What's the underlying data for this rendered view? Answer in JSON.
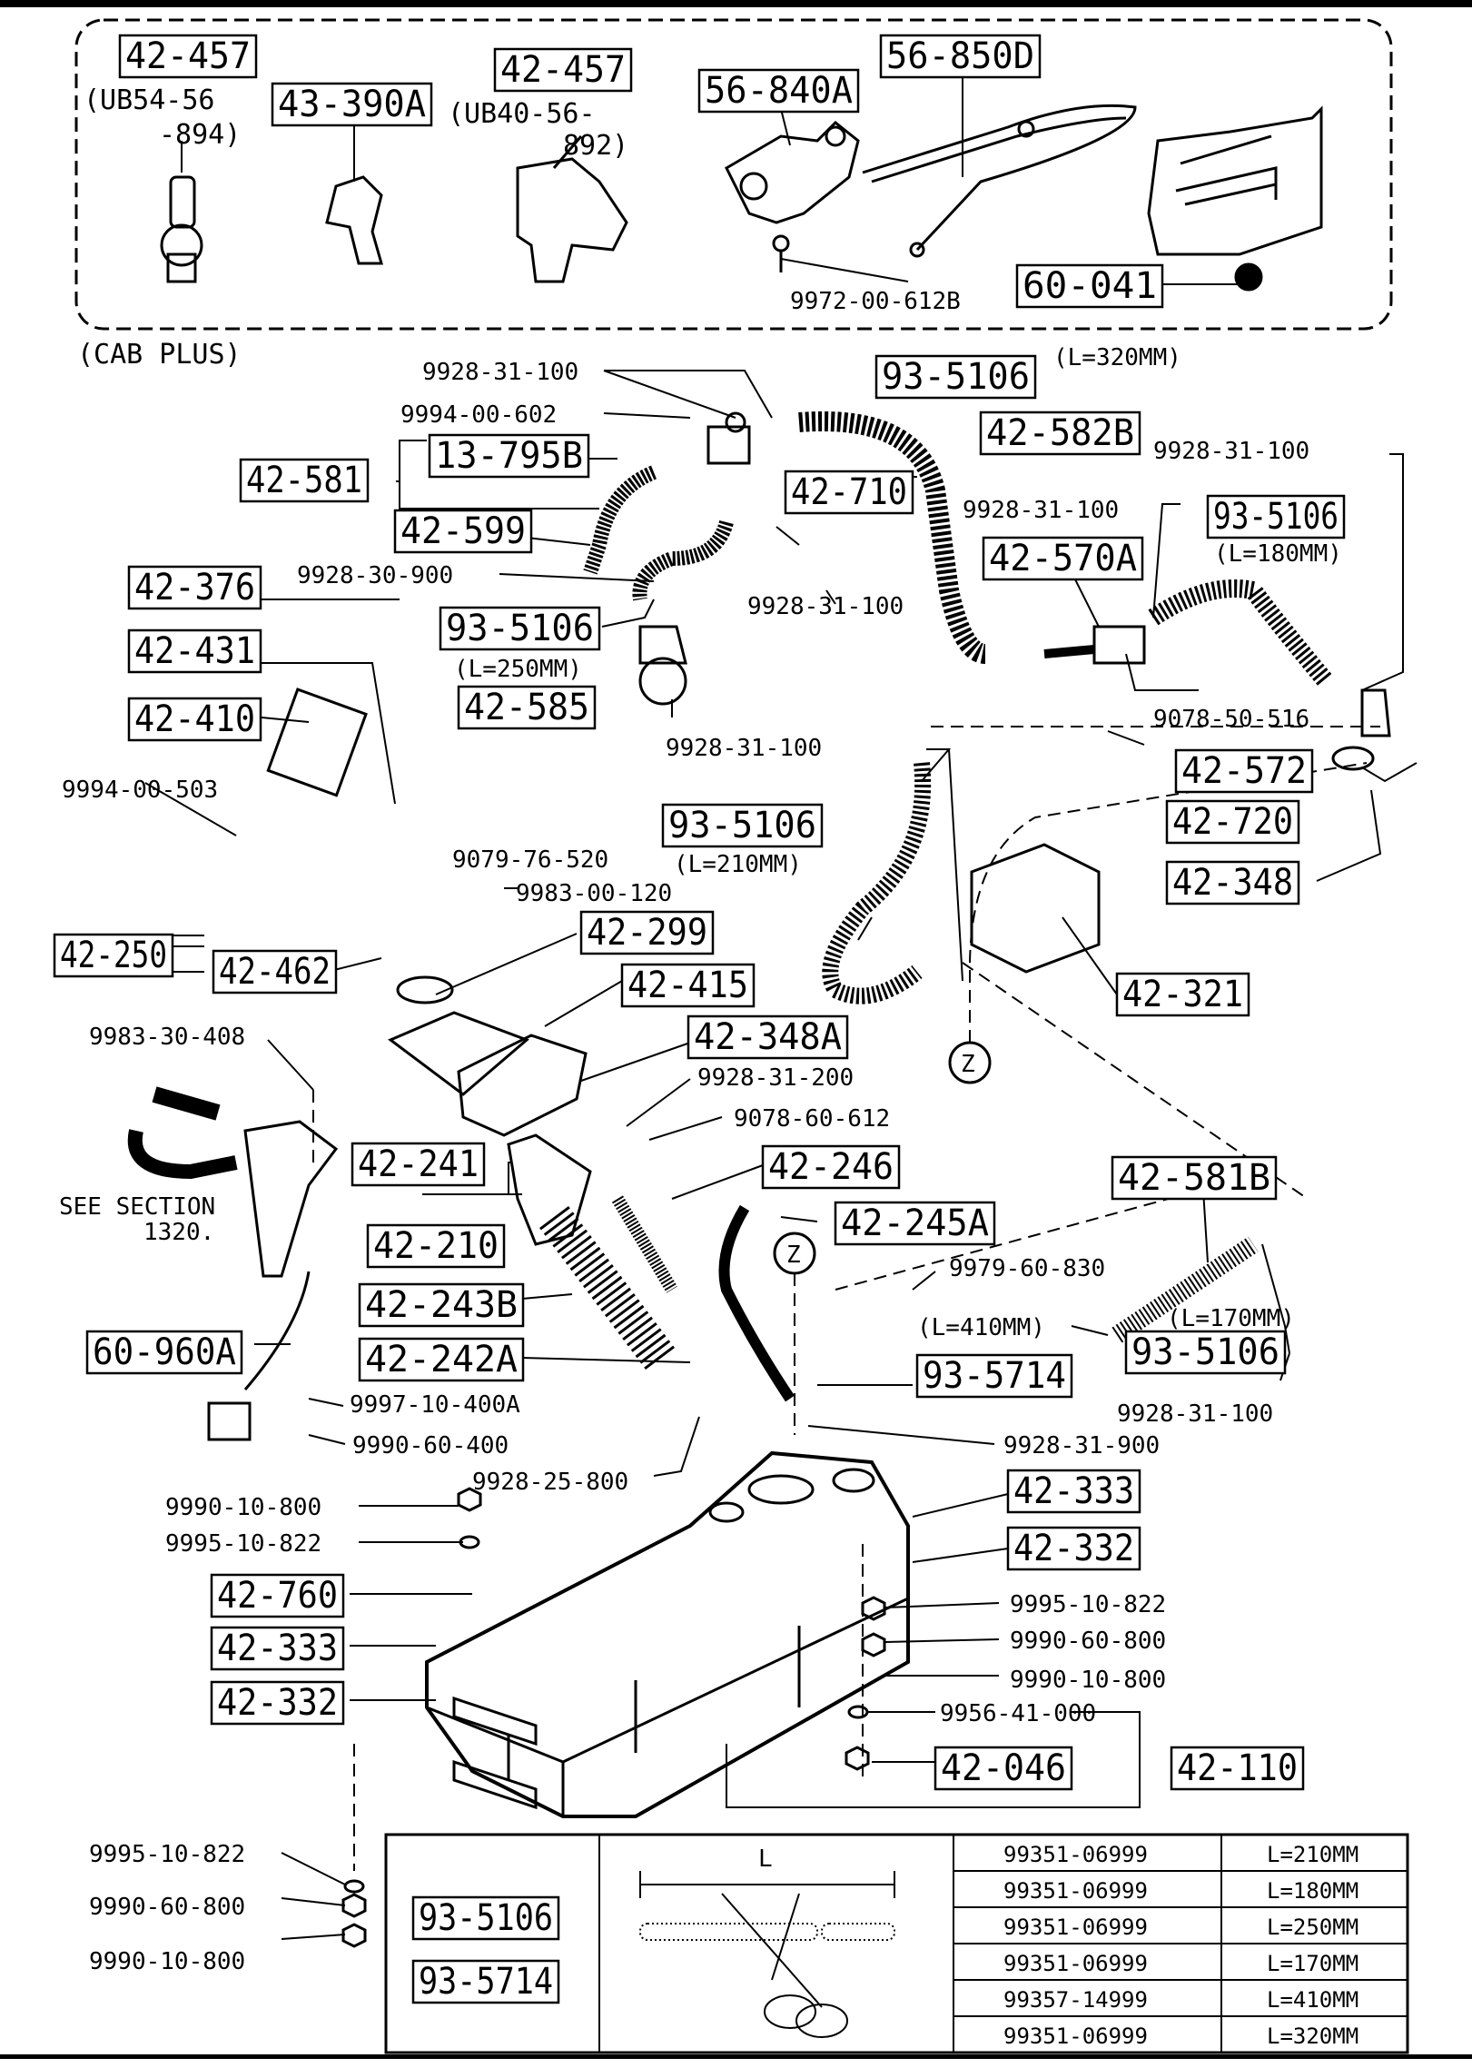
{
  "boxed_labels": [
    {
      "id": "b1",
      "text": "42-457"
    },
    {
      "id": "b2",
      "text": "43-390A"
    },
    {
      "id": "b3",
      "text": "42-457"
    },
    {
      "id": "b4",
      "text": "56-840A"
    },
    {
      "id": "b5",
      "text": "56-850D"
    },
    {
      "id": "b6",
      "text": "60-041"
    },
    {
      "id": "b7",
      "text": "93-5106"
    },
    {
      "id": "b8",
      "text": "42-582B"
    },
    {
      "id": "b9",
      "text": "13-795B"
    },
    {
      "id": "b10",
      "text": "42-581"
    },
    {
      "id": "b11",
      "text": "42-710"
    },
    {
      "id": "b12",
      "text": "42-599"
    },
    {
      "id": "b13",
      "text": "93-5106"
    },
    {
      "id": "b14",
      "text": "42-570A"
    },
    {
      "id": "b15",
      "text": "42-376"
    },
    {
      "id": "b16",
      "text": "93-5106"
    },
    {
      "id": "b17",
      "text": "42-431"
    },
    {
      "id": "b18",
      "text": "42-585"
    },
    {
      "id": "b19",
      "text": "42-410"
    },
    {
      "id": "b20",
      "text": "42-572"
    },
    {
      "id": "b21",
      "text": "42-720"
    },
    {
      "id": "b22",
      "text": "93-5106"
    },
    {
      "id": "b23",
      "text": "42-348"
    },
    {
      "id": "b24",
      "text": "42-299"
    },
    {
      "id": "b25",
      "text": "42-250"
    },
    {
      "id": "b26",
      "text": "42-462"
    },
    {
      "id": "b27",
      "text": "42-415"
    },
    {
      "id": "b28",
      "text": "42-321"
    },
    {
      "id": "b29",
      "text": "42-348A"
    },
    {
      "id": "b30",
      "text": "42-241"
    },
    {
      "id": "b31",
      "text": "42-246"
    },
    {
      "id": "b32",
      "text": "42-581B"
    },
    {
      "id": "b33",
      "text": "42-210"
    },
    {
      "id": "b34",
      "text": "42-245A"
    },
    {
      "id": "b35",
      "text": "42-243B"
    },
    {
      "id": "b36",
      "text": "60-960A"
    },
    {
      "id": "b37",
      "text": "42-242A"
    },
    {
      "id": "b38",
      "text": "93-5714"
    },
    {
      "id": "b39",
      "text": "93-5106"
    },
    {
      "id": "b40",
      "text": "42-333"
    },
    {
      "id": "b41",
      "text": "42-332"
    },
    {
      "id": "b42",
      "text": "42-760"
    },
    {
      "id": "b43",
      "text": "42-333"
    },
    {
      "id": "b44",
      "text": "42-332"
    },
    {
      "id": "b45",
      "text": "42-046"
    },
    {
      "id": "b46",
      "text": "42-110"
    },
    {
      "id": "b47",
      "text": "93-5106"
    },
    {
      "id": "b48",
      "text": "93-5714"
    }
  ],
  "plain_labels": [
    {
      "id": "p1",
      "text": "(UB54-56"
    },
    {
      "id": "p2",
      "text": "-894)"
    },
    {
      "id": "p3",
      "text": "(UB40-56-"
    },
    {
      "id": "p4",
      "text": "892)"
    },
    {
      "id": "p5",
      "text": "9972-00-612B"
    },
    {
      "id": "p6",
      "text": "(CAB PLUS)"
    },
    {
      "id": "p7",
      "text": "9928-31-100"
    },
    {
      "id": "p8",
      "text": "(L=320MM)"
    },
    {
      "id": "p9",
      "text": "9994-00-602"
    },
    {
      "id": "p10",
      "text": "9928-31-100"
    },
    {
      "id": "p11",
      "text": "9928-31-100"
    },
    {
      "id": "p12",
      "text": "(L=180MM)"
    },
    {
      "id": "p13",
      "text": "9928-30-900"
    },
    {
      "id": "p14",
      "text": "9928-31-100"
    },
    {
      "id": "p15",
      "text": "(L=250MM)"
    },
    {
      "id": "p16",
      "text": "9078-50-516"
    },
    {
      "id": "p17",
      "text": "9928-31-100"
    },
    {
      "id": "p18",
      "text": "9994-00-503"
    },
    {
      "id": "p19",
      "text": "(L=210MM)"
    },
    {
      "id": "p20",
      "text": "9079-76-520"
    },
    {
      "id": "p21",
      "text": "9983-00-120"
    },
    {
      "id": "p22",
      "text": "9983-30-408"
    },
    {
      "id": "p23",
      "text": "9928-31-200"
    },
    {
      "id": "p24",
      "text": "9078-60-612"
    },
    {
      "id": "p25",
      "text": "SEE SECTION"
    },
    {
      "id": "p26",
      "text": "1320."
    },
    {
      "id": "p27",
      "text": "9979-60-830"
    },
    {
      "id": "p28",
      "text": "(L=410MM)"
    },
    {
      "id": "p29",
      "text": "(L=170MM)"
    },
    {
      "id": "p30",
      "text": "9997-10-400A"
    },
    {
      "id": "p31",
      "text": "9928-31-100"
    },
    {
      "id": "p32",
      "text": "9990-60-400"
    },
    {
      "id": "p33",
      "text": "9928-31-900"
    },
    {
      "id": "p34",
      "text": "9928-25-800"
    },
    {
      "id": "p35",
      "text": "9990-10-800"
    },
    {
      "id": "p36",
      "text": "9995-10-822"
    },
    {
      "id": "p37",
      "text": "9995-10-822"
    },
    {
      "id": "p38",
      "text": "9990-60-800"
    },
    {
      "id": "p39",
      "text": "9990-10-800"
    },
    {
      "id": "p40",
      "text": "9956-41-000"
    },
    {
      "id": "p41",
      "text": "9995-10-822"
    },
    {
      "id": "p42",
      "text": "9990-60-800"
    },
    {
      "id": "p43",
      "text": "9990-10-800"
    },
    {
      "id": "p44",
      "text": "Z"
    },
    {
      "id": "p45",
      "text": "Z"
    },
    {
      "id": "p46",
      "text": "L"
    }
  ],
  "table": {
    "rows": [
      {
        "code": "99351-06999",
        "len": "L=210MM"
      },
      {
        "code": "99351-06999",
        "len": "L=180MM"
      },
      {
        "code": "99351-06999",
        "len": "L=250MM"
      },
      {
        "code": "99351-06999",
        "len": "L=170MM"
      },
      {
        "code": "99357-14999",
        "len": "L=410MM"
      },
      {
        "code": "99351-06999",
        "len": "L=320MM"
      }
    ]
  }
}
